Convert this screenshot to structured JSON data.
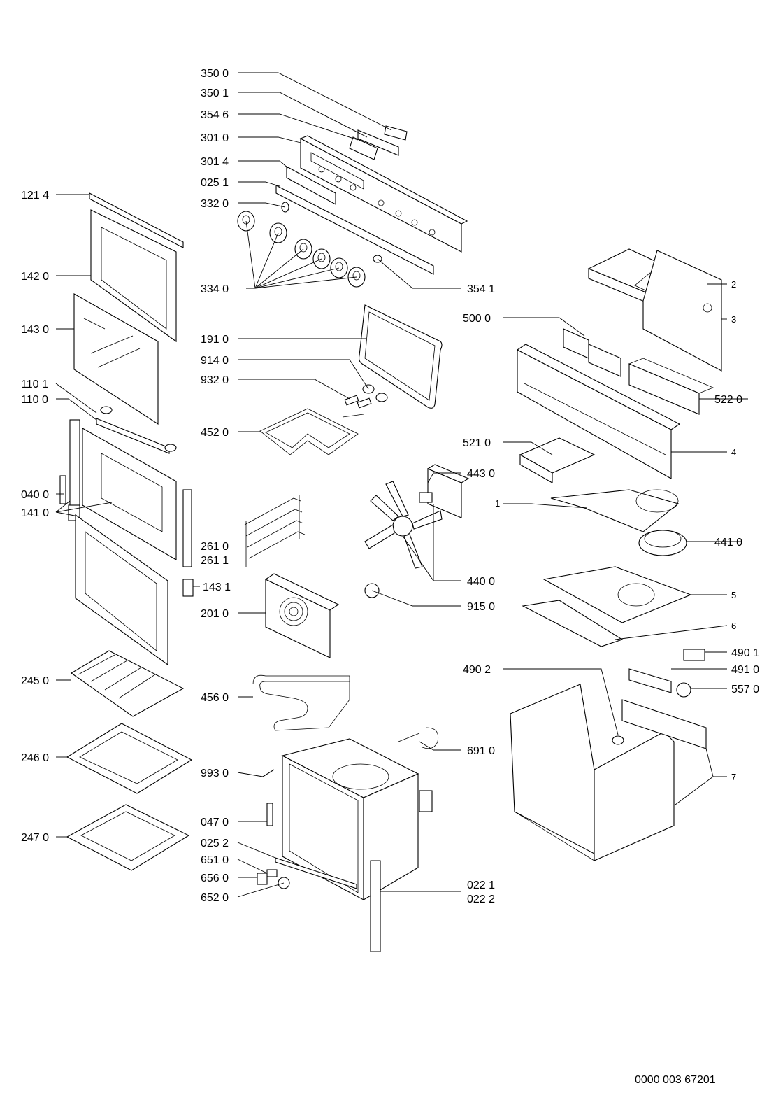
{
  "labels": {
    "l3500": "350 0",
    "l3501": "350 1",
    "l3546": "354 6",
    "l3010": "301 0",
    "l3014": "301 4",
    "l0251": "025 1",
    "l3320": "332 0",
    "l3340": "334 0",
    "l3541": "354 1",
    "l1214": "121 4",
    "l1420": "142 0",
    "l1430": "143 0",
    "l1101": "110 1",
    "l1100": "110 0",
    "l0400": "040 0",
    "l1410": "141 0",
    "l1910": "191 0",
    "l9140": "914 0",
    "l9320": "932 0",
    "l4520": "452 0",
    "l2610": "261 0",
    "l2611": "261 1",
    "l1431": "143 1",
    "l2010": "201 0",
    "l2450": "245 0",
    "l4560": "456 0",
    "l2460": "246 0",
    "l2470": "247 0",
    "l9930": "993 0",
    "l0470": "047 0",
    "l0252": "025 2",
    "l6510": "651 0",
    "l6560": "656 0",
    "l6520": "652 0",
    "l0221": "022 1",
    "l0222": "022 2",
    "l6910": "691 0",
    "l5000": "500 0",
    "l5220": "522 0",
    "l5210": "521 0",
    "l4430": "443 0",
    "l4410": "441 0",
    "l4400": "440 0",
    "l9150": "915 0",
    "l4901": "490 1",
    "l4902": "490 2",
    "l4910": "491 0",
    "l5570": "557 0",
    "n1": "1",
    "n2": "2",
    "n3": "3",
    "n4": "4",
    "n5": "5",
    "n6": "6",
    "n7": "7"
  },
  "footer": {
    "reference": "0000 003 67201"
  }
}
